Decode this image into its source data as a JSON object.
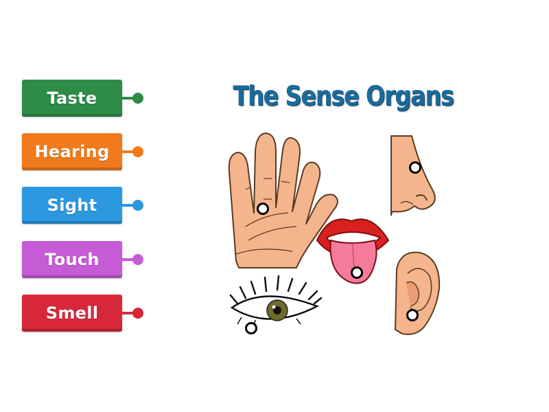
{
  "title": "The Sense Organs",
  "labels": [
    {
      "text": "Taste",
      "color": "#2e8b48"
    },
    {
      "text": "Hearing",
      "color": "#f07a1c"
    },
    {
      "text": "Sight",
      "color": "#2c98e0"
    },
    {
      "text": "Touch",
      "color": "#c65bd6"
    },
    {
      "text": "Smell",
      "color": "#d7283a"
    }
  ],
  "image": {
    "organs": [
      "hand-icon",
      "nose-icon",
      "tongue-icon",
      "ear-icon",
      "eye-icon"
    ]
  }
}
